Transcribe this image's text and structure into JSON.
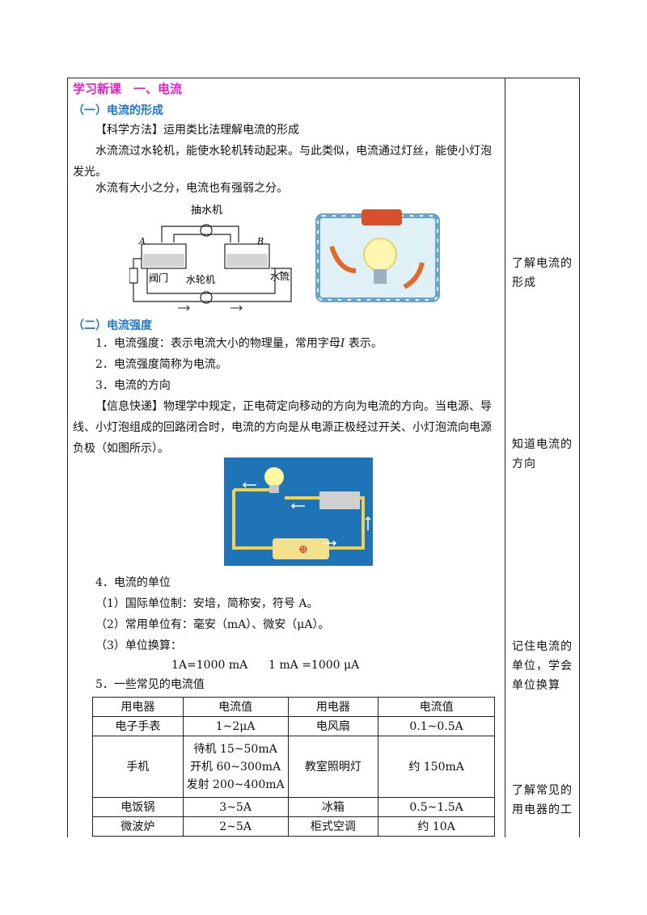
{
  "title": "学习新课　一、电流",
  "section1": {
    "heading": "（一）电流的形成",
    "method": "【科学方法】运用类比法理解电流的形成",
    "p1": "水流流过水轮机，能使水轮机转动起来。与此类似，电流通过灯丝，能使小灯泡发光。",
    "p2": "水流有大小之分，电流也有强弱之分。",
    "diagram_labels": {
      "pump": "抽水机",
      "a": "A",
      "b": "B",
      "valve": "阀门",
      "turbine": "水轮机",
      "flow": "水流"
    }
  },
  "section2": {
    "heading": "（二）电流强度",
    "item1_a": "1．电流强度：表示电流大小的物理量，常用字母",
    "item1_sym": "I",
    "item1_b": " 表示。",
    "item2": "2．电流强度简称为电流。",
    "item3": "3．电流的方向",
    "info": "【信息快递】物理学中规定，正电荷定向移动的方向为电流的方向。当电源、导线、小灯泡组成的回路闭合时，电流的方向是从电源正极经过开关、小灯泡流向电源负极（如图所示）。",
    "battery_symbol": "⊕",
    "item4": "4．电流的单位",
    "unit1": "（1）国际单位制：安培，简称安，符号 A。",
    "unit2": "（2）常用单位有：毫安（mA）、微安（μA）。",
    "unit3": "（3）单位换算：",
    "conv1": "1A=1000 mA",
    "conv2": "1 mA =1000 μA",
    "item5": "5．一些常见的电流值"
  },
  "table": {
    "headers": [
      "用电器",
      "电流值",
      "用电器",
      "电流值"
    ],
    "rows": [
      [
        "电子手表",
        "1~2μA",
        "电风扇",
        "0.1~0.5A"
      ],
      [
        "手机",
        "待机 15~50mA|开机 60~300mA|发射 200~400mA",
        "教室照明灯",
        "约 150mA"
      ],
      [
        "电饭锅",
        "3~5A",
        "冰箱",
        "0.5~1.5A"
      ],
      [
        "微波炉",
        "2~5A",
        "柜式空调",
        "约 10A"
      ]
    ]
  },
  "side_notes": {
    "n1": "了解电流的形成",
    "n2": "知道电流的方向",
    "n3": "记住电流的单位，学会单位换算",
    "n4": "了解常见的用电器的工"
  },
  "colors": {
    "title": "#e020c8",
    "heading": "#1e78c8",
    "diagram_bg": "#1f74b8",
    "wire": "#f2d24a"
  }
}
